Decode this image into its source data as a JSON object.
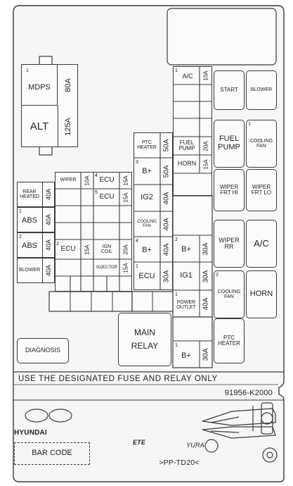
{
  "colors": {
    "line": "#3a3a3a",
    "background": "#ffffff",
    "panel": "#f6f6f6"
  },
  "fuse_box": {
    "mdps": {
      "label": "MDPS",
      "amp": "80A",
      "index": "1"
    },
    "alt": {
      "label": "ALT",
      "amp": "125A"
    },
    "ptc_heater_fuse": {
      "label": "PTC\nHEATER",
      "amp": "50A"
    },
    "wiper_fuse": {
      "label": "WIPER",
      "amp": "10A"
    },
    "ecu4": {
      "label": "ECU",
      "amp": "15A",
      "index": "4"
    },
    "ecu5": {
      "label": "ECU",
      "amp": "15A",
      "index": "5"
    },
    "rear_heated": {
      "label": "REAR\nHEATED",
      "amp": "40A"
    },
    "abs1": {
      "label": "ABS",
      "amp": "40A",
      "index": "1"
    },
    "abs2": {
      "label": "ABS",
      "amp": "40A",
      "index": "2"
    },
    "blower_fuse": {
      "label": "BLOWER",
      "amp": "40A"
    },
    "ecu2": {
      "label": "ECU",
      "amp": "15A",
      "index": "2"
    },
    "ign_coil": {
      "label": "IGN\nCOIL",
      "amp": "20A"
    },
    "injector": {
      "label": "INJECTOR",
      "amp": "15A"
    },
    "bplus3": {
      "label": "B+",
      "amp": "50A",
      "index": "3"
    },
    "ig2": {
      "label": "IG2",
      "amp": "40A"
    },
    "cooling_fan_fuse": {
      "label": "COOLING\nFAN",
      "amp": "40A"
    },
    "bplus4": {
      "label": "B+",
      "amp": "40A",
      "index": "4"
    },
    "ecu1": {
      "label": "ECU",
      "amp": "30A",
      "index": "1"
    },
    "ac1": {
      "label": "A/C",
      "amp": "10A",
      "index": "1"
    },
    "fuel_pump_fuse": {
      "label": "FUEL\nPUMP",
      "amp": "20A"
    },
    "horn_fuse": {
      "label": "HORN",
      "amp": "15A"
    },
    "bplus2": {
      "label": "B+",
      "amp": "30A",
      "index": "2"
    },
    "ig1": {
      "label": "IG1",
      "amp": "30A"
    },
    "power_outlet": {
      "label": "POWER\nOUTLET",
      "amp": "40A",
      "index": "1"
    },
    "bplus1": {
      "label": "B+",
      "amp": "30A",
      "index": "1"
    }
  },
  "relays": {
    "start": "START",
    "blower": "BLOWER",
    "fuel_pump": "FUEL\nPUMP",
    "cooling_fan": "COOLING\nFAN",
    "cooling_fan_index": "1",
    "wiper_frt_hi": "WIPER\nFRT HI",
    "wiper_frt_lo": "WIPER\nFRT LO",
    "wiper_rr": "WIPER\nRR",
    "ac": "A/C",
    "cooling_fan2": "COOLING\nFAN",
    "cooling_fan2_index": "2",
    "horn": "HORN",
    "ptc_heater": "PTC\nHEATER",
    "main_relay": "MAIN\nRELAY"
  },
  "diagnosis": "DIAGNOSIS",
  "notice": "USE THE DESIGNATED FUSE AND RELAY ONLY",
  "part_number": "91956-K2000",
  "bottom": {
    "brand": "HYUNDAI",
    "bar_code": "BAR CODE",
    "maker_marks": [
      "ETE",
      "YURA"
    ],
    "material": ">PP-TD20<"
  }
}
